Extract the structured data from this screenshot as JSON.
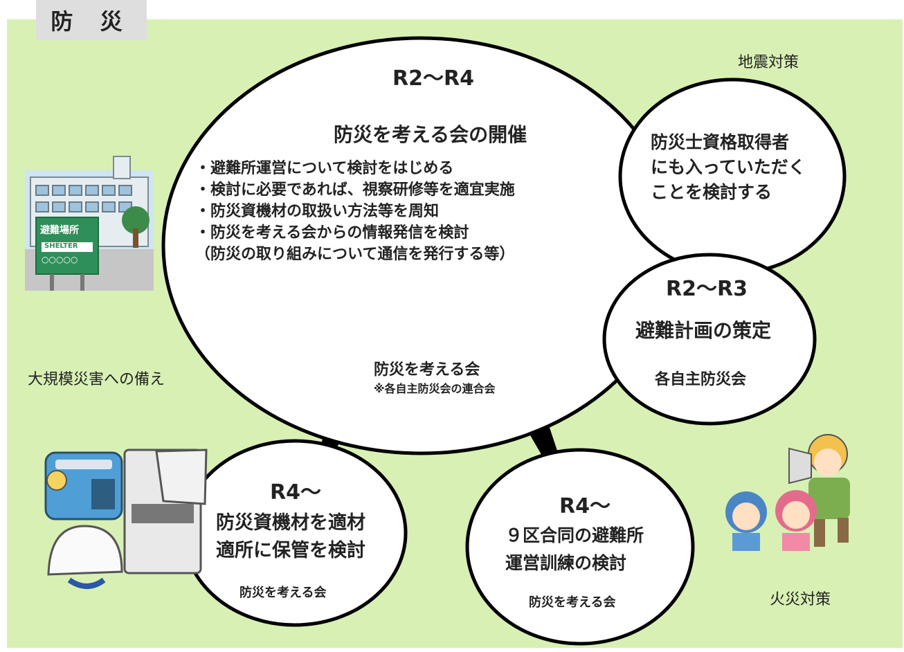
{
  "title": "防 災",
  "labels": {
    "earthquake": "地震対策",
    "large_disaster": "大規模災害への備え",
    "fire": "火災対策"
  },
  "main_circle": {
    "period": "R2～R4",
    "heading": "防災を考える会の開催",
    "items": [
      "・避難所運営について検討をはじめる",
      "・検討に必要であれば、視察研修等を適宜実施",
      "・防災資機材の取扱い方法等を周知",
      "・防災を考える会からの情報発信を検討",
      "（防災の取り組みについて通信を発行する等）"
    ],
    "org": "防災を考える会",
    "org_note": "※各自主防災会の連合会"
  },
  "qualified_circle": {
    "lines": [
      "防災士資格取得者",
      "にも入っていただく",
      "ことを検討する"
    ]
  },
  "evac_plan_circle": {
    "period": "R2～R3",
    "heading": "避難計画の策定",
    "org": "各自主防災会"
  },
  "storage_circle": {
    "period": "R4～",
    "lines": [
      "防災資機材を適材",
      "適所に保管を検討"
    ],
    "org": "防災を考える会"
  },
  "drill_circle": {
    "period": "R4～",
    "lines": [
      "９区合同の避難所",
      "運営訓練の検討"
    ],
    "org": "防災を考える会"
  },
  "illustrations": {
    "shelter_sign": "避難場所",
    "shelter_sign_en": "SHELTER",
    "shelter_sign_num": "○○○○○"
  },
  "colors": {
    "background": "#d8f0b4",
    "circle_fill": "#ffffff",
    "arrow": "#000000"
  }
}
